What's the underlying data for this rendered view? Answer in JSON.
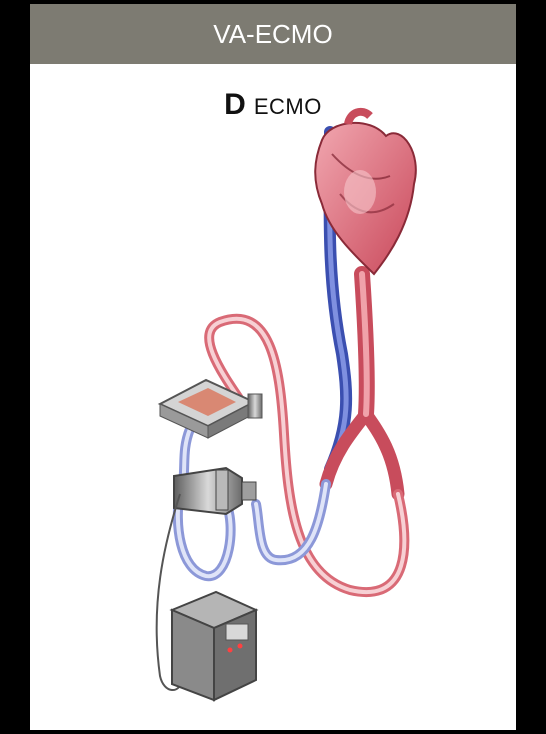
{
  "header": {
    "title": "VA-ECMO"
  },
  "panel": {
    "letter": "D",
    "caption": "ECMO"
  },
  "colors": {
    "header_bg": "#7d7b72",
    "artery": "#e07b84",
    "vein": "#5a6fc8",
    "device_gray": "#8c8c8c"
  },
  "icons": [
    "heart-illustration",
    "oxygenator-icon",
    "pump-icon",
    "console-icon"
  ]
}
